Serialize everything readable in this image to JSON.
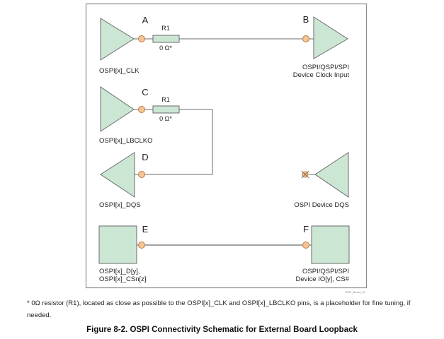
{
  "diagram": {
    "nodes": [
      {
        "id": "A",
        "letter": "A",
        "label_lines": [
          "OSPI[x]_CLK"
        ],
        "shape": "buffer-right"
      },
      {
        "id": "B",
        "letter": "B",
        "label_lines": [
          "OSPI/QSPI/SPI",
          "Device Clock Input"
        ],
        "shape": "buffer-right"
      },
      {
        "id": "C",
        "letter": "C",
        "label_lines": [
          "OSPI[x]_LBCLKO"
        ],
        "shape": "buffer-right"
      },
      {
        "id": "D",
        "letter": "D",
        "label_lines": [
          "OSPI[x]_DQS"
        ],
        "shape": "buffer-left"
      },
      {
        "id": "DQS_DEV",
        "letter": "",
        "label_lines": [
          "OSPI Device DQS"
        ],
        "shape": "buffer-left",
        "pin": "no-connect"
      },
      {
        "id": "E",
        "letter": "E",
        "label_lines": [
          "OSPI[x]_D[y],",
          "OSPI[x]_CSn[z]"
        ],
        "shape": "box"
      },
      {
        "id": "F",
        "letter": "F",
        "label_lines": [
          "OSPI/QSPI/SPI",
          "Device IO[y], CS#"
        ],
        "shape": "box"
      }
    ],
    "resistors": [
      {
        "name": "R1",
        "value": "0 Ω*",
        "between": [
          "A",
          "B"
        ]
      },
      {
        "name": "R1",
        "value": "0 Ω*",
        "between": [
          "C",
          "D"
        ]
      }
    ],
    "connections": [
      {
        "from": "A",
        "to": "B",
        "via": "R1"
      },
      {
        "from": "C",
        "to": "D",
        "via": "R1",
        "route": "loopback"
      },
      {
        "from": "E",
        "to": "F"
      }
    ],
    "image_id": "OSPI_Board_02",
    "colors": {
      "fill": "#cce6d4",
      "stroke": "#6b6b6b",
      "pin_fill": "#f7c593",
      "pin_stroke": "#b97a43",
      "frame": "#8a8a8a"
    }
  },
  "footnote": "* 0Ω resistor (R1), located as close as possible to the OSPI[x]_CLK and OSPI[x]_LBCLKO pins, is a placeholder for fine tuning, if needed.",
  "caption": "Figure 8-2. OSPI Connectivity Schematic for External Board Loopback"
}
